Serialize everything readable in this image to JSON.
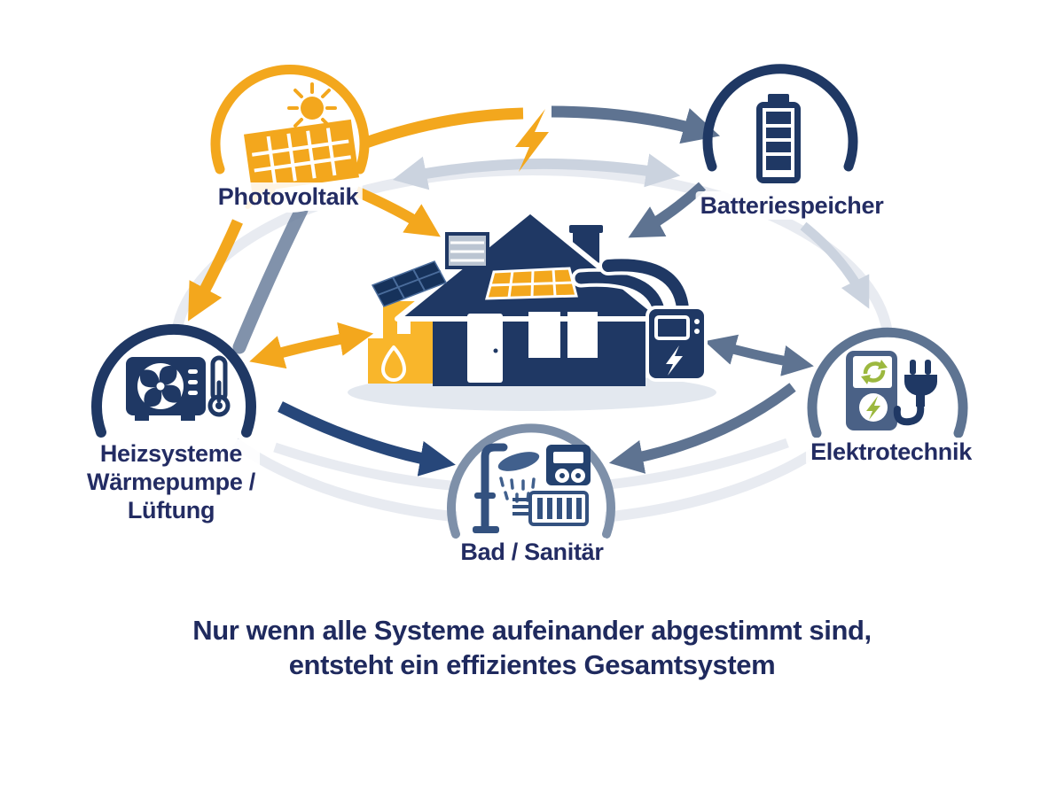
{
  "palette": {
    "yellow": "#F3A71D",
    "annex_yellow": "#F9B62B",
    "navy": "#1F3864",
    "slate": "#5E7391",
    "light_gray_arrow": "#CBD3DF",
    "orbit_gray": "#D8DEE7",
    "green": "#9CB83F",
    "text_navy": "#232C63",
    "background": "#FFFFFF"
  },
  "nodes": [
    {
      "id": "photovoltaik",
      "label": "Photovoltaik",
      "icon": "solar-panel-sun-icon",
      "ring_color": "#F3A71D"
    },
    {
      "id": "batteriespeicher",
      "label": "Batteriespeicher",
      "icon": "battery-icon",
      "ring_color": "#1F3864"
    },
    {
      "id": "heizsysteme",
      "label": "Heizsysteme Wärmepumpe / Lüftung",
      "label_lines": [
        "Heizsysteme",
        "Wärmepumpe /",
        "Lüftung"
      ],
      "icon": "heat-pump-thermometer-icon",
      "ring_color": "#1F3864"
    },
    {
      "id": "elektrotechnik",
      "label": "Elektrotechnik",
      "icon": "ev-charger-plug-icon",
      "ring_color": "#5E7492"
    },
    {
      "id": "bad_sanitaer",
      "label": "Bad / Sanitär",
      "icon": "shower-meter-radiator-icon",
      "ring_color": "#7E90A9"
    }
  ],
  "center": {
    "id": "house",
    "icon": "house-icon"
  },
  "edges": [
    {
      "from": "photovoltaik",
      "to": "batteriespeicher",
      "bidirectional": true,
      "colors": [
        "#F3A71D",
        "#5E7391",
        "#CBD3DF"
      ],
      "midpoint_icon": "lightning-bolt-icon"
    },
    {
      "from": "photovoltaik",
      "to": "house",
      "bidirectional": false,
      "colors": [
        "#F3A71D"
      ]
    },
    {
      "from": "photovoltaik",
      "to": "heizsysteme",
      "bidirectional": false,
      "colors": [
        "#F3A71D"
      ]
    },
    {
      "from": "batteriespeicher",
      "to": "house",
      "bidirectional": false,
      "colors": [
        "#5E7391"
      ]
    },
    {
      "from": "batteriespeicher",
      "to": "elektrotechnik",
      "bidirectional": false,
      "colors": [
        "#CBD3DF"
      ]
    },
    {
      "from": "house",
      "to": "elektrotechnik",
      "bidirectional": true,
      "colors": [
        "#5E7391"
      ]
    },
    {
      "from": "heizsysteme",
      "to": "house",
      "bidirectional": true,
      "colors": [
        "#F3A71D"
      ]
    },
    {
      "from": "heizsysteme",
      "to": "bad_sanitaer",
      "bidirectional": false,
      "colors": [
        "#27477A"
      ]
    },
    {
      "from": "elektrotechnik",
      "to": "bad_sanitaer",
      "bidirectional": false,
      "colors": [
        "#5E7391"
      ]
    }
  ],
  "caption": {
    "line1": "Nur wenn alle Systeme aufeinander abgestimmt sind,",
    "line2": "entsteht ein effizientes Gesamtsystem"
  }
}
